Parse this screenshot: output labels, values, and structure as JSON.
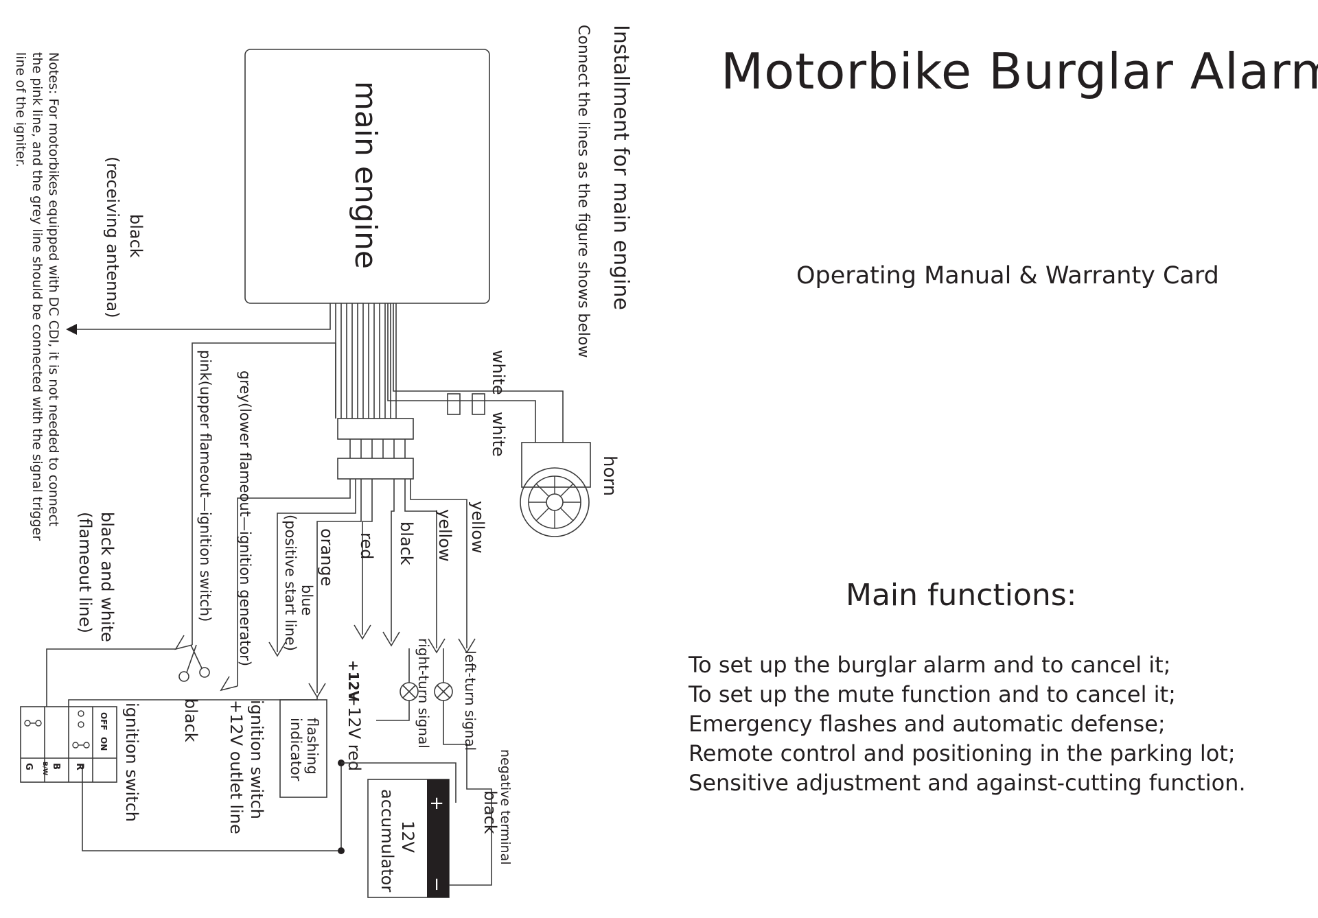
{
  "title": "Motorbike Burglar Alarm",
  "subtitle": "Operating Manual & Warranty Card",
  "functions": {
    "heading": "Main functions:",
    "items": [
      "To set up the burglar alarm and to cancel it;",
      "To set up the mute function and to cancel it;",
      "Emergency flashes and automatic defense;",
      "Remote control and positioning in the parking lot;",
      "Sensitive adjustment and against-cutting function."
    ]
  },
  "diagram": {
    "heading": "Installment for main engine",
    "subheading": "Connect the lines as the figure shows below",
    "main_unit": "main engine",
    "notes": {
      "line1": "Notes: For motorbikes equipped with DC CDI, it is not needed to connect",
      "line2": "the pink line, and the grey line should be connected with the signal trigger",
      "line3": "line of the igniter."
    },
    "antenna": {
      "color": "black",
      "desc": "(receiving antenna)"
    },
    "horn": {
      "label": "horn",
      "wire1": "white",
      "wire2": "white"
    },
    "wires": {
      "pink": "pink(upper flameout—ignition switch)",
      "grey": "grey(lower flameout—ignition generator)",
      "blue": "blue",
      "blue_desc": "(positive start line)",
      "orange": "orange",
      "red": "red",
      "black": "black",
      "yellow1": "yellow",
      "yellow2": "yellow",
      "bw": "black and white",
      "bw_desc": "(flameout line)"
    },
    "signals": {
      "left": "left-turn signal",
      "right": "right-turn signal"
    },
    "negative": {
      "label": "negative terminal",
      "color": "black"
    },
    "plus12v": "+12V",
    "red_label": "+12V  red",
    "ignition_outlet": {
      "line1": "ignition switch",
      "line2": "+12V outlet line"
    },
    "black_label": "black",
    "flashing": {
      "line1": "flashing",
      "line2": "indicator"
    },
    "battery": {
      "voltage": "12V",
      "name": "accumulator",
      "plus": "+",
      "minus": "−"
    },
    "ignition_switch": {
      "label": "ignition switch",
      "off": "OFF",
      "on": "ON",
      "r": "R",
      "b": "B",
      "bw": "B/W",
      "g": "G"
    }
  }
}
